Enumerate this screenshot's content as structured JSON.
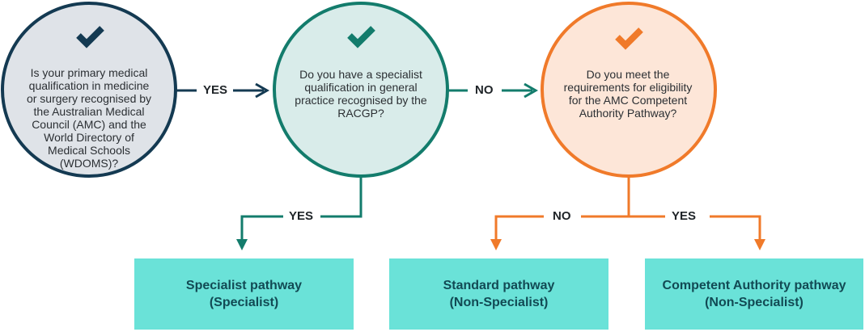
{
  "colors": {
    "navy": "#143a52",
    "navy_fill": "#dfe3e8",
    "teal": "#137c6c",
    "teal_fill": "#d9ecea",
    "orange": "#f07a2a",
    "orange_fill": "#fde6d8",
    "box_fill": "#6ae2d8",
    "box_text": "#124a54"
  },
  "questions": [
    {
      "id": "q1",
      "icon": "check-icon",
      "text": "Is your primary medical qualification in medicine or surgery recognised by the Australian Medical Council (AMC) and the World Directory of Medical Schools (WDOMS)?"
    },
    {
      "id": "q2",
      "icon": "check-icon",
      "text": "Do you have a specialist qualification in general practice recognised by the RACGP?"
    },
    {
      "id": "q3",
      "icon": "check-icon",
      "text": "Do you meet the requirements for eligibility for the AMC Competent Authority Pathway?"
    }
  ],
  "connectors": {
    "q1_to_q2": "YES",
    "q2_to_q3": "NO",
    "q2_to_specialist": "YES",
    "q3_to_standard": "NO",
    "q3_to_competent": "YES"
  },
  "outcomes": [
    {
      "title": "Specialist pathway",
      "subtitle": "(Specialist)"
    },
    {
      "title": "Standard pathway",
      "subtitle": "(Non-Specialist)"
    },
    {
      "title": "Competent Authority pathway",
      "subtitle": "(Non-Specialist)"
    }
  ]
}
